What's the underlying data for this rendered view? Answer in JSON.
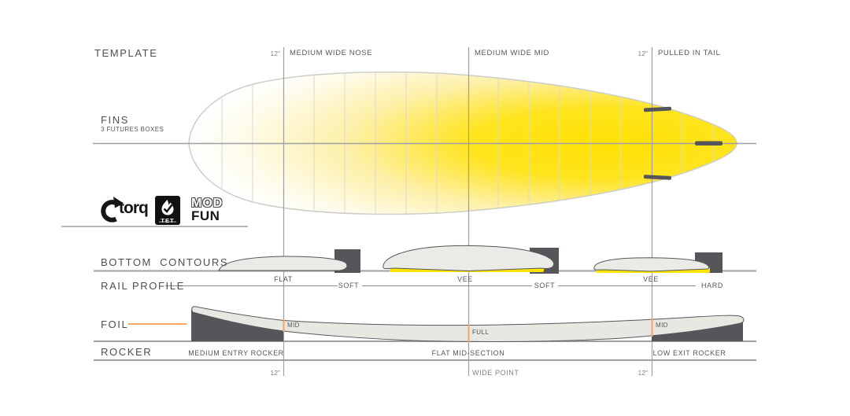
{
  "brand": {
    "name": "torq",
    "tech_badge": "TET",
    "model_line1": "MOD",
    "model_line2": "FUN"
  },
  "sections": {
    "template": {
      "label": "TEMPLATE"
    },
    "fins": {
      "label": "FINS",
      "sublabel": "3 FUTURES BOXES"
    },
    "bottom_contours": {
      "label": "BOTTOM CONTOURS",
      "items": [
        "FLAT",
        "VEE",
        "VEE"
      ]
    },
    "rail_profile": {
      "label": "RAIL PROFILE",
      "items": [
        "SOFT",
        "SOFT",
        "HARD"
      ]
    },
    "foil": {
      "label": "FOIL",
      "items": [
        "MID",
        "FULL",
        "MID"
      ]
    },
    "rocker": {
      "label": "ROCKER",
      "items": [
        "MEDIUM ENTRY ROCKER",
        "FLAT MID-SECTION",
        "LOW EXIT ROCKER"
      ]
    }
  },
  "template_markers": {
    "nose_offset": "12\"",
    "nose": "MEDIUM WIDE NOSE",
    "mid": "MEDIUM WIDE MID",
    "tail_offset": "12\"",
    "tail": "PULLED IN TAIL"
  },
  "baseline_markers": {
    "nose_offset": "12\"",
    "wide_point": "WIDE POINT",
    "tail_offset": "12\""
  },
  "colors": {
    "board_yellow": "#ffe100",
    "contour_yellow": "#ffe400",
    "accent_orange": "#f5a55f",
    "dark_gray": "#55565a",
    "line_gray": "#9d9fa2"
  }
}
